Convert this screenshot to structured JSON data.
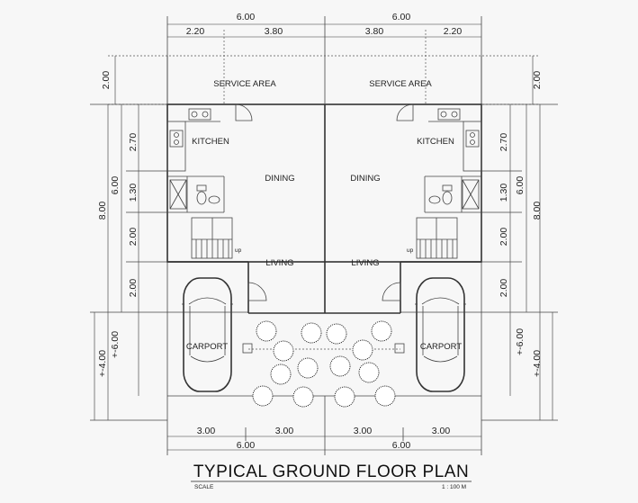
{
  "title": "TYPICAL GROUND FLOOR PLAN",
  "scale_label": "SCALE",
  "scale_value": "1 : 100 M",
  "rooms": {
    "service_left": "SERVICE AREA",
    "service_right": "SERVICE AREA",
    "kitchen_left": "KITCHEN",
    "kitchen_right": "KITCHEN",
    "dining_left": "DINING",
    "dining_right": "DINING",
    "living_left": "LIVING",
    "living_right": "LIVING",
    "carport_left": "CARPORT",
    "carport_right": "CARPORT",
    "up_left": "up",
    "up_right": "up"
  },
  "dims": {
    "top_total_left": "6.00",
    "top_total_right": "6.00",
    "top_a": "2.20",
    "top_b": "3.80",
    "top_c": "3.80",
    "top_d": "2.20",
    "bottom_a": "3.00",
    "bottom_b": "3.00",
    "bottom_c": "3.00",
    "bottom_d": "3.00",
    "bottom_total_left": "6.00",
    "bottom_total_right": "6.00",
    "left_service": "2.00",
    "left_kitchen": "2.70",
    "left_six": "6.00",
    "left_bath": "1.30",
    "left_eight": "8.00",
    "left_stair": "2.00",
    "left_carport_top": "2.00",
    "left_plus_six": "+-6.00",
    "left_plus_four": "+-4.00",
    "right_service": "2.00",
    "right_kitchen": "2.70",
    "right_six": "6.00",
    "right_bath": "1.30",
    "right_eight": "8.00",
    "right_stair": "2.00",
    "right_carport_top": "2.00",
    "right_plus_six": "+-6.00",
    "right_plus_four": "+-4.00"
  }
}
